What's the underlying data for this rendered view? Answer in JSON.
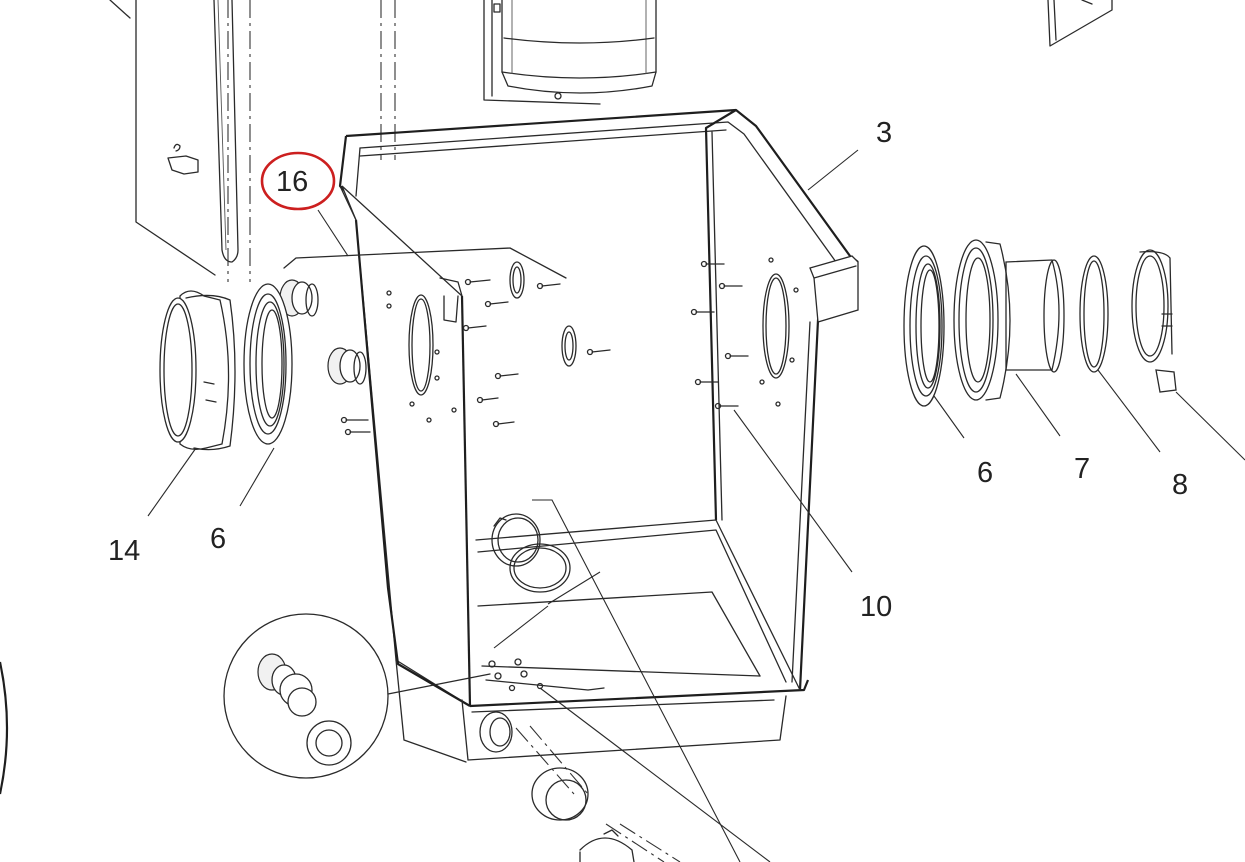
{
  "diagram": {
    "type": "exploded-parts-view",
    "highlight_color": "#cc1f1f",
    "line_color": "#2a2a2a",
    "callouts": {
      "c3": "3",
      "c6_right": "6",
      "c7": "7",
      "c8": "8",
      "c10": "10",
      "c14": "14",
      "c6_left": "6",
      "c16": "16"
    },
    "highlighted_callout": "16"
  }
}
